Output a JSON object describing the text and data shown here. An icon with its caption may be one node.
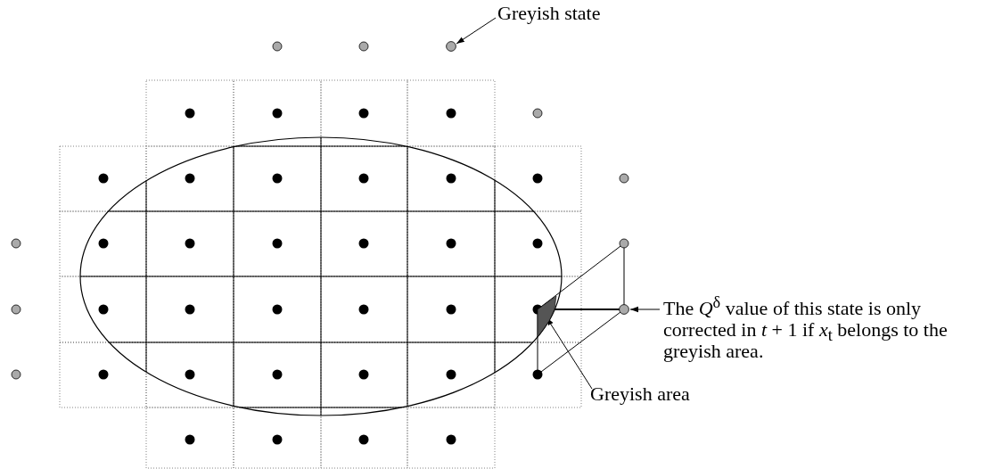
{
  "diagram": {
    "nodes": [
      {
        "text": [
          "Greyish state"
        ]
      },
      {
        "text": [],
        "shape": "circle"
      },
      {
        "text": [],
        "shape": "circle"
      },
      {
        "text": [
          "The *Q*$^{δ}$ value of this state is only corrected in *t* + 1 if *x*$_{t}$ belongs to the greyish area."
        ]
      },
      {
        "text": [],
        "shape": "region"
      },
      {
        "text": [
          "Greyish area"
        ]
      }
    ],
    "edges": [
      {
        "from": 0,
        "to": 1,
        "arrow": "to"
      },
      {
        "from": 3,
        "to": 2,
        "arrow": "to"
      },
      {
        "from": 5,
        "to": 4,
        "arrow": "to"
      }
    ]
  }
}
